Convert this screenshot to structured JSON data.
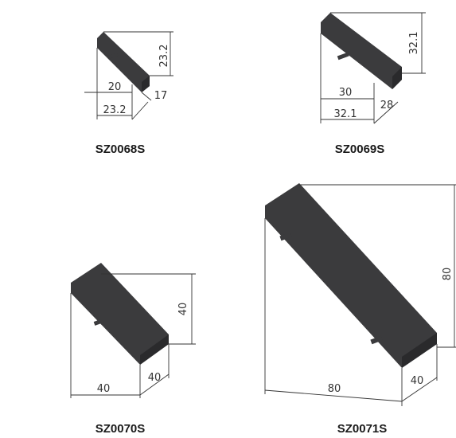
{
  "products": [
    {
      "code": "SZ0068S",
      "dims": [
        "23.2",
        "20",
        "23.2",
        "17"
      ]
    },
    {
      "code": "SZ0069S",
      "dims": [
        "32.1",
        "30",
        "32.1",
        "28"
      ]
    },
    {
      "code": "SZ0070S",
      "dims": [
        "40",
        "40",
        "40"
      ]
    },
    {
      "code": "SZ0071S",
      "dims": [
        "80",
        "80",
        "40"
      ]
    }
  ]
}
